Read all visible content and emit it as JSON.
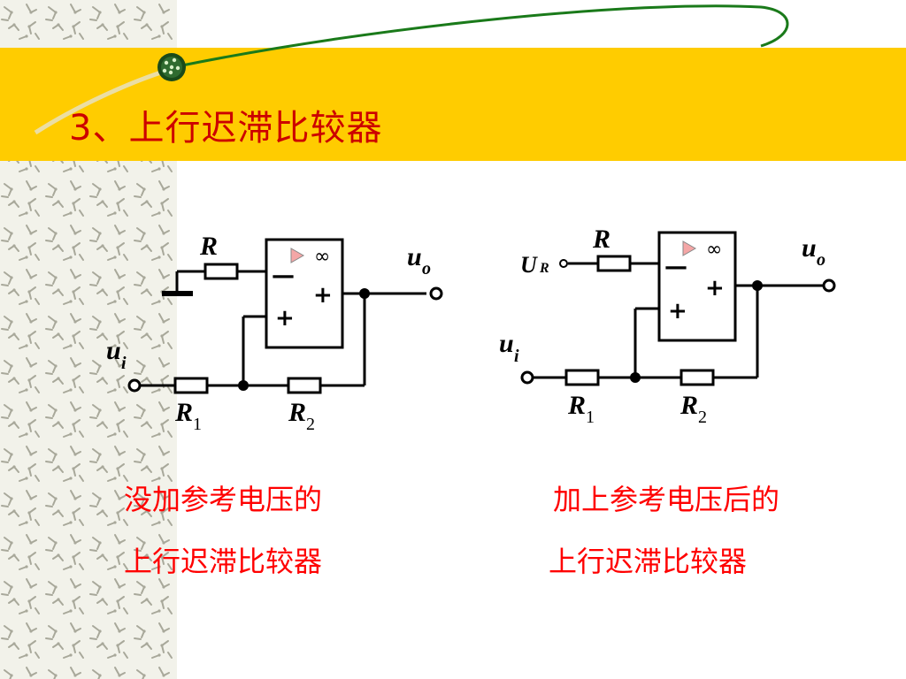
{
  "slide": {
    "title": "3、上行迟滞比较器"
  },
  "circuit_left": {
    "resistor_r": "R",
    "resistor_r1": "R",
    "resistor_r1_sub": "1",
    "resistor_r2": "R",
    "resistor_r2_sub": "2",
    "input": "u",
    "input_sub": "i",
    "output": "u",
    "output_sub": "o",
    "minus_sign": "—",
    "plus_sign_top": "+",
    "plus_sign_bottom": "+",
    "infinity": "∞"
  },
  "circuit_right": {
    "reference": "U",
    "reference_sub": "R",
    "resistor_r": "R",
    "resistor_r1": "R",
    "resistor_r1_sub": "1",
    "resistor_r2": "R",
    "resistor_r2_sub": "2",
    "input": "u",
    "input_sub": "i",
    "output": "u",
    "output_sub": "o",
    "minus_sign": "—",
    "plus_sign_top": "+",
    "plus_sign_bottom": "+",
    "infinity": "∞"
  },
  "captions": {
    "left_line1": "没加参考电压的",
    "left_line2": "上行迟滞比较器",
    "right_line1": "加上参考电压后的",
    "right_line2": "上行迟滞比较器"
  },
  "colors": {
    "band": "#FFCC00",
    "title": "#cc0000",
    "caption": "#ff0000",
    "arc": "#1a7a1a",
    "triangle": "#f4a6a6"
  }
}
